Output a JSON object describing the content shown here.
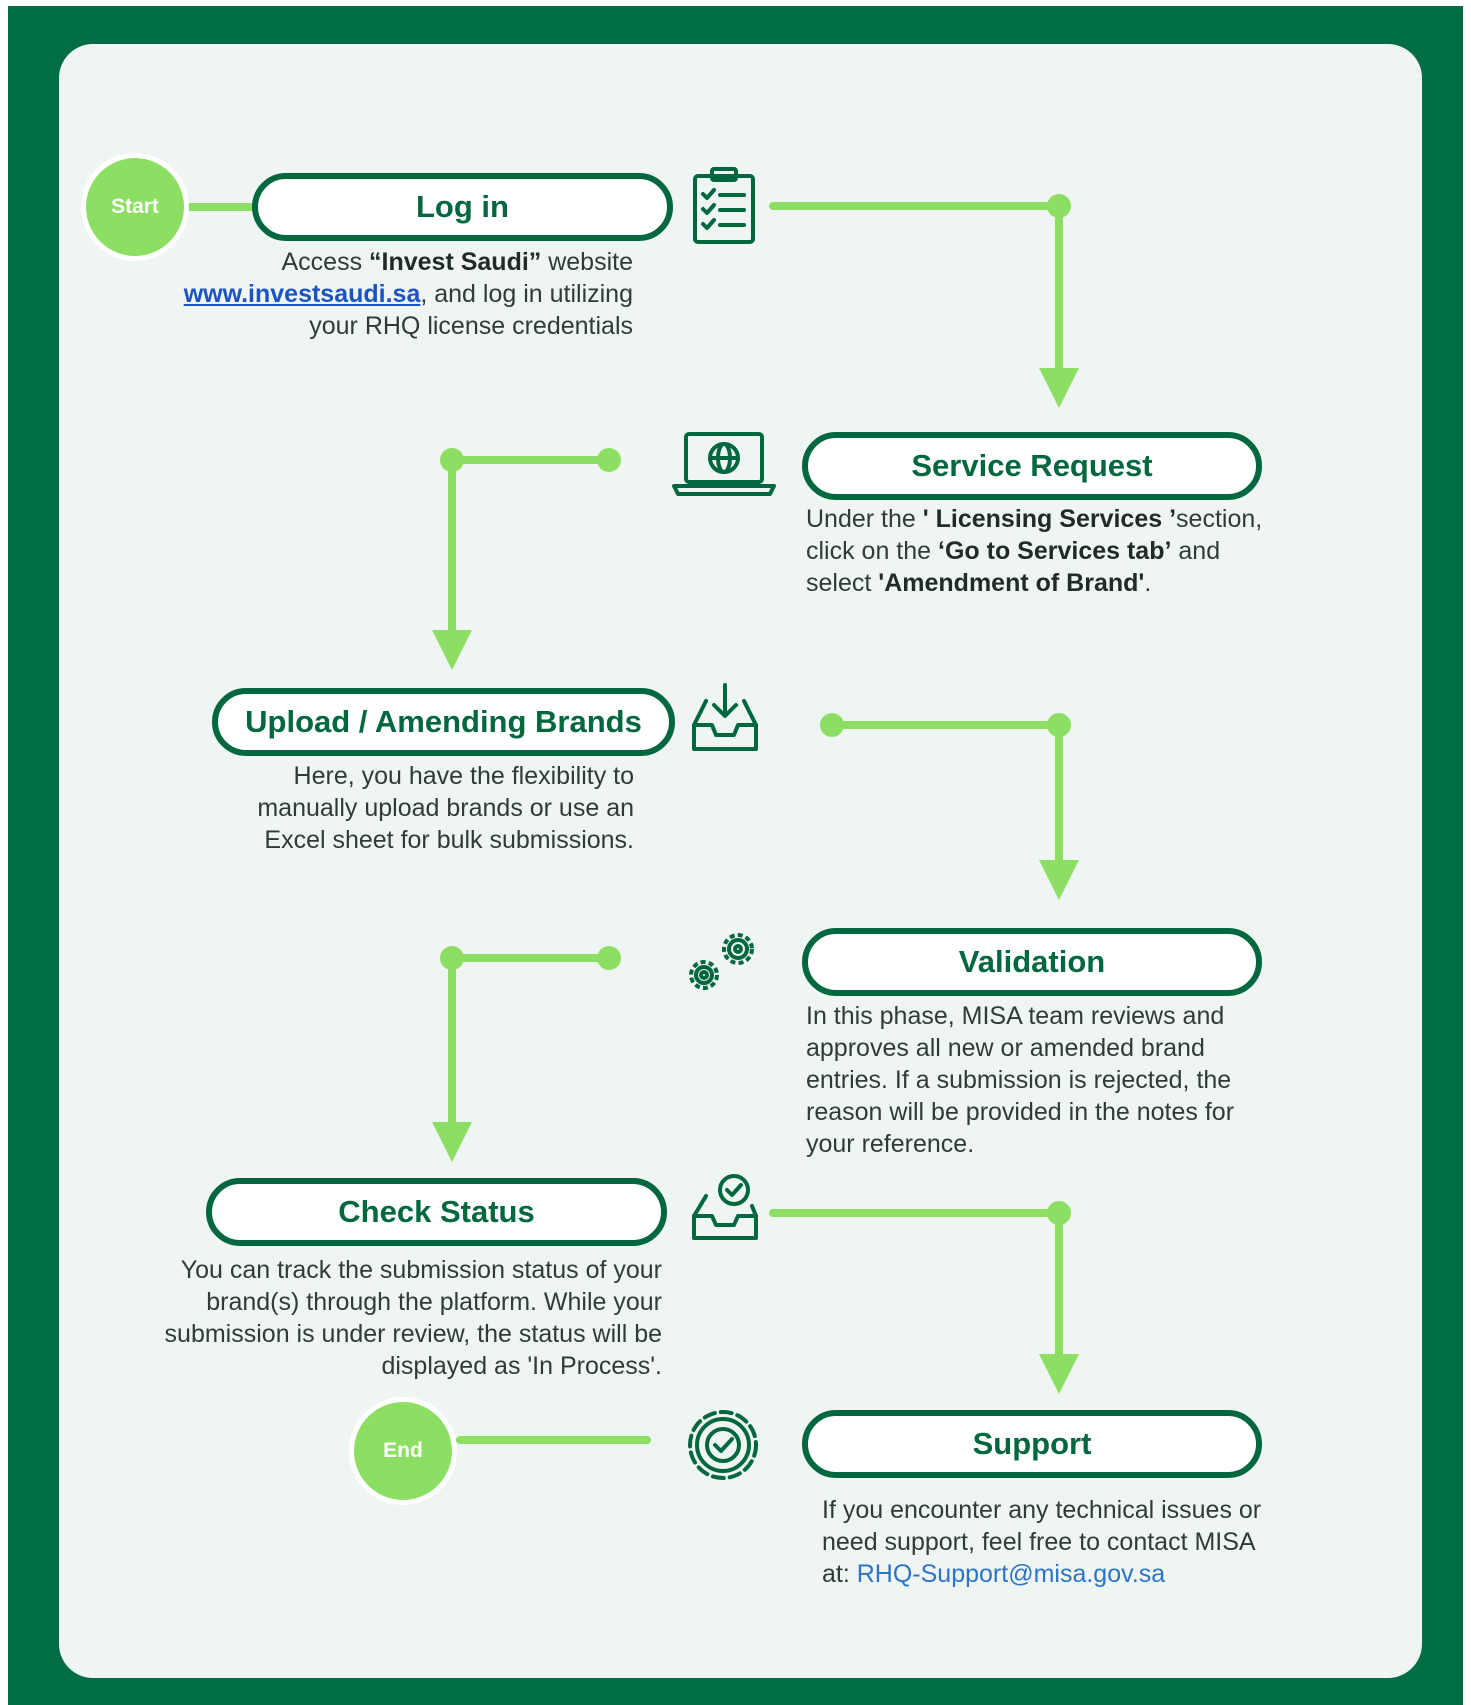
{
  "colors": {
    "frame": "#006d45",
    "panel": "#eff5f2",
    "accent_dark": "#00673f",
    "accent_light": "#8ddf63",
    "link": "#1a54c4"
  },
  "start": {
    "label": "Start"
  },
  "end": {
    "label": "End"
  },
  "steps": [
    {
      "title": "Log in",
      "icon": "clipboard-checklist-icon",
      "lines": [
        [
          "Access ",
          {
            "b": "“Invest Saudi”"
          },
          " website"
        ],
        [
          {
            "link": "www.investsaudi.sa"
          },
          ", and log in utilizing"
        ],
        [
          "your RHQ license credentials"
        ]
      ]
    },
    {
      "title": "Service Request",
      "icon": "laptop-globe-icon",
      "lines": [
        [
          "Under the ",
          {
            "b": "' Licensing Services ’"
          },
          "section,"
        ],
        [
          "click on the ",
          {
            "b": "‘Go to Services tab’"
          },
          " and"
        ],
        [
          "select ",
          {
            "b": "'Amendment of Brand'"
          },
          "."
        ]
      ]
    },
    {
      "title": "Upload / Amending Brands",
      "icon": "inbox-download-icon",
      "lines": [
        [
          "Here, you have the flexibility to"
        ],
        [
          "manually upload brands or use an"
        ],
        [
          "Excel sheet for bulk submissions."
        ]
      ]
    },
    {
      "title": "Validation",
      "icon": "gears-icon",
      "lines": [
        [
          "In this phase, MISA team reviews and"
        ],
        [
          "approves all new or amended brand"
        ],
        [
          "entries. If a submission is rejected, the"
        ],
        [
          "reason will be provided in the notes for"
        ],
        [
          "your reference."
        ]
      ]
    },
    {
      "title": "Check Status",
      "icon": "inbox-check-icon",
      "lines": [
        [
          "You can track the submission status of your"
        ],
        [
          "brand(s) through the platform. While your"
        ],
        [
          "submission is under review, the status will be"
        ],
        [
          "displayed as 'In Process'."
        ]
      ]
    },
    {
      "title": "Support",
      "icon": "gear-check-icon",
      "lines": [
        [
          "If you encounter any technical issues or"
        ],
        [
          "need support, feel free to contact MISA"
        ],
        [
          "at: ",
          {
            "email": "RHQ-Support@misa.gov.sa"
          }
        ]
      ]
    }
  ]
}
